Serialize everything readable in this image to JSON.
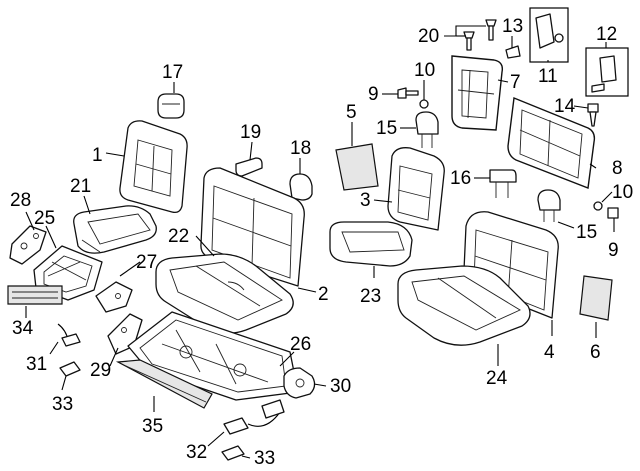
{
  "labels": {
    "c1": "1",
    "c2": "2",
    "c3": "3",
    "c4": "4",
    "c5": "5",
    "c6": "6",
    "c7": "7",
    "c8": "8",
    "c9a": "9",
    "c9b": "9",
    "c10a": "10",
    "c10b": "10",
    "c11": "11",
    "c12": "12",
    "c13": "13",
    "c14": "14",
    "c15a": "15",
    "c15b": "15",
    "c16": "16",
    "c17": "17",
    "c18": "18",
    "c19": "19",
    "c20": "20",
    "c21": "21",
    "c22": "22",
    "c23": "23",
    "c24": "24",
    "c25": "25",
    "c26": "26",
    "c27": "27",
    "c28": "28",
    "c29": "29",
    "c30": "30",
    "c31": "31",
    "c32": "32",
    "c33a": "33",
    "c33b": "33",
    "c34": "34",
    "c35": "35"
  }
}
